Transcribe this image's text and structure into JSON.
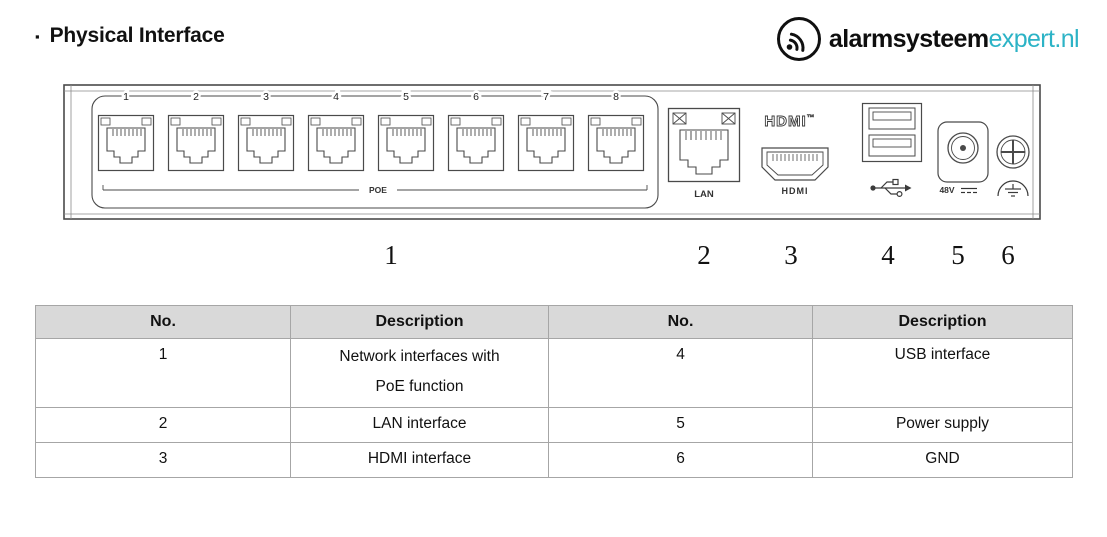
{
  "header": {
    "bullet": "▪",
    "title": "Physical Interface"
  },
  "logo": {
    "brand_bold": "alarmsysteem",
    "brand_accent": "expert.nl",
    "accent_color": "#2cb3c6"
  },
  "device": {
    "poe_ports": [
      "1",
      "2",
      "3",
      "4",
      "5",
      "6",
      "7",
      "8"
    ],
    "poe_label": "POE",
    "lan_label": "LAN",
    "hdmi_logo": "HDMI",
    "hdmi_tm": "™",
    "hdmi_label": "HDMI",
    "power_label": "48V",
    "callouts": [
      "1",
      "2",
      "3",
      "4",
      "5",
      "6"
    ]
  },
  "table": {
    "headers": [
      "No.",
      "Description",
      "No.",
      "Description"
    ],
    "rows": [
      [
        "1",
        "Network interfaces with\nPoE function",
        "4",
        "USB interface"
      ],
      [
        "2",
        "LAN interface",
        "5",
        "Power supply"
      ],
      [
        "3",
        "HDMI interface",
        "6",
        "GND"
      ]
    ]
  }
}
